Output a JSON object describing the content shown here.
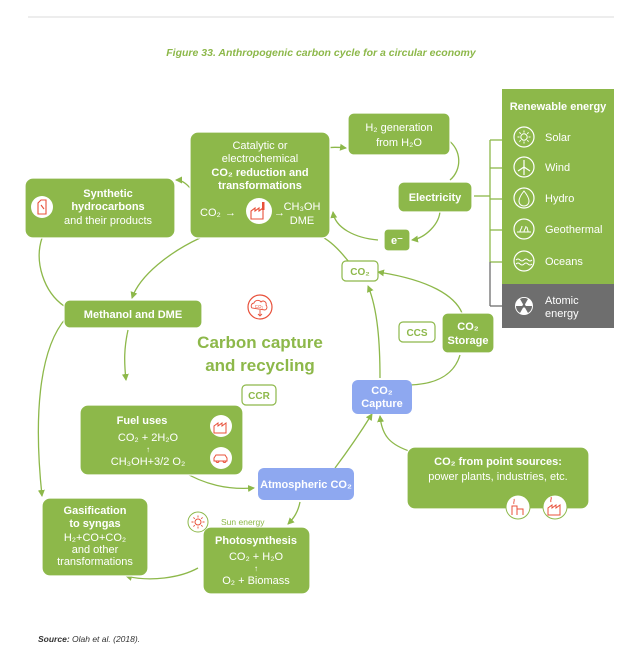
{
  "title": "Figure 33. Anthropogenic carbon cycle for a circular economy",
  "source_label": "Source:",
  "source_text": " Olah et al. (2018).",
  "center": {
    "line1": "Carbon capture",
    "line2": "and recycling",
    "icon_label": "CO₂",
    "ccr": "CCR",
    "ccs": "CCS"
  },
  "boxes": {
    "h2_generation": {
      "line1": "H₂ generation",
      "line2": "from H₂O"
    },
    "catalytic": {
      "line1": "Catalytic or",
      "line2": "electrochemical",
      "line3": "CO₂ reduction and",
      "line4": "transformations",
      "left": "CO₂",
      "right1": "CH₃OH",
      "right2": "DME"
    },
    "electricity": "Electricity",
    "electron": "e⁻",
    "co2_small": "CO₂",
    "synthetic": {
      "line1": "Synthetic",
      "line2": "hydrocarbons",
      "line3": "and their products"
    },
    "methanol": "Methanol and DME",
    "co2_storage": {
      "line1": "CO₂",
      "line2": "Storage"
    },
    "co2_capture": {
      "line1": "CO₂",
      "line2": "Capture"
    },
    "fuel_uses": {
      "title": "Fuel uses",
      "line1": "CO₂ + 2H₂O",
      "line2": "CH₃OH+3/2 O₂"
    },
    "point_sources": {
      "title": "CO₂ from point sources:",
      "line1": "power plants, industries, etc."
    },
    "atmospheric": "Atmospheric CO₂",
    "gasification": {
      "line1": "Gasification",
      "line2": "to syngas",
      "line3": "H₂+CO+CO₂",
      "line4": "and other",
      "line5": "transformations"
    },
    "photosynthesis": {
      "title": "Photosynthesis",
      "line1": "CO₂ + H₂O",
      "line2": "O₂ + Biomass"
    },
    "sun_energy": "Sun energy"
  },
  "renewable": {
    "title": "Renewable energy",
    "items": [
      "Solar",
      "Wind",
      "Hydro",
      "Geothermal",
      "Oceans"
    ],
    "atomic": {
      "line1": "Atomic",
      "line2": "energy"
    }
  },
  "colors": {
    "green": "#8db84a",
    "blue": "#8ea8f0",
    "gray": "#6e6e6e",
    "icon_orange": "#e8503a"
  }
}
